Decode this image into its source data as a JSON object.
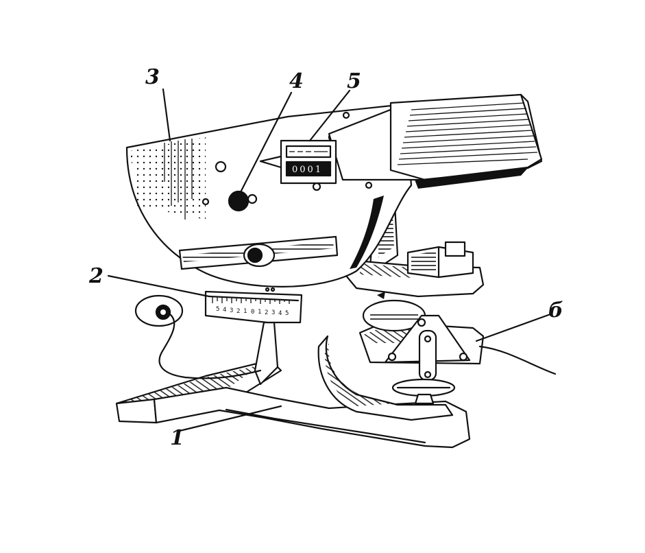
{
  "callouts": {
    "c1": "1",
    "c2": "2",
    "c3": "3",
    "c4": "4",
    "c5": "5",
    "c6": "б"
  },
  "scale_labels": [
    "5",
    "4",
    "3",
    "2",
    "1",
    "0",
    "1",
    "2",
    "3",
    "4",
    "5"
  ],
  "counter_digits": "0001",
  "colors": {
    "ink": "#111111",
    "paper": "#ffffff"
  }
}
